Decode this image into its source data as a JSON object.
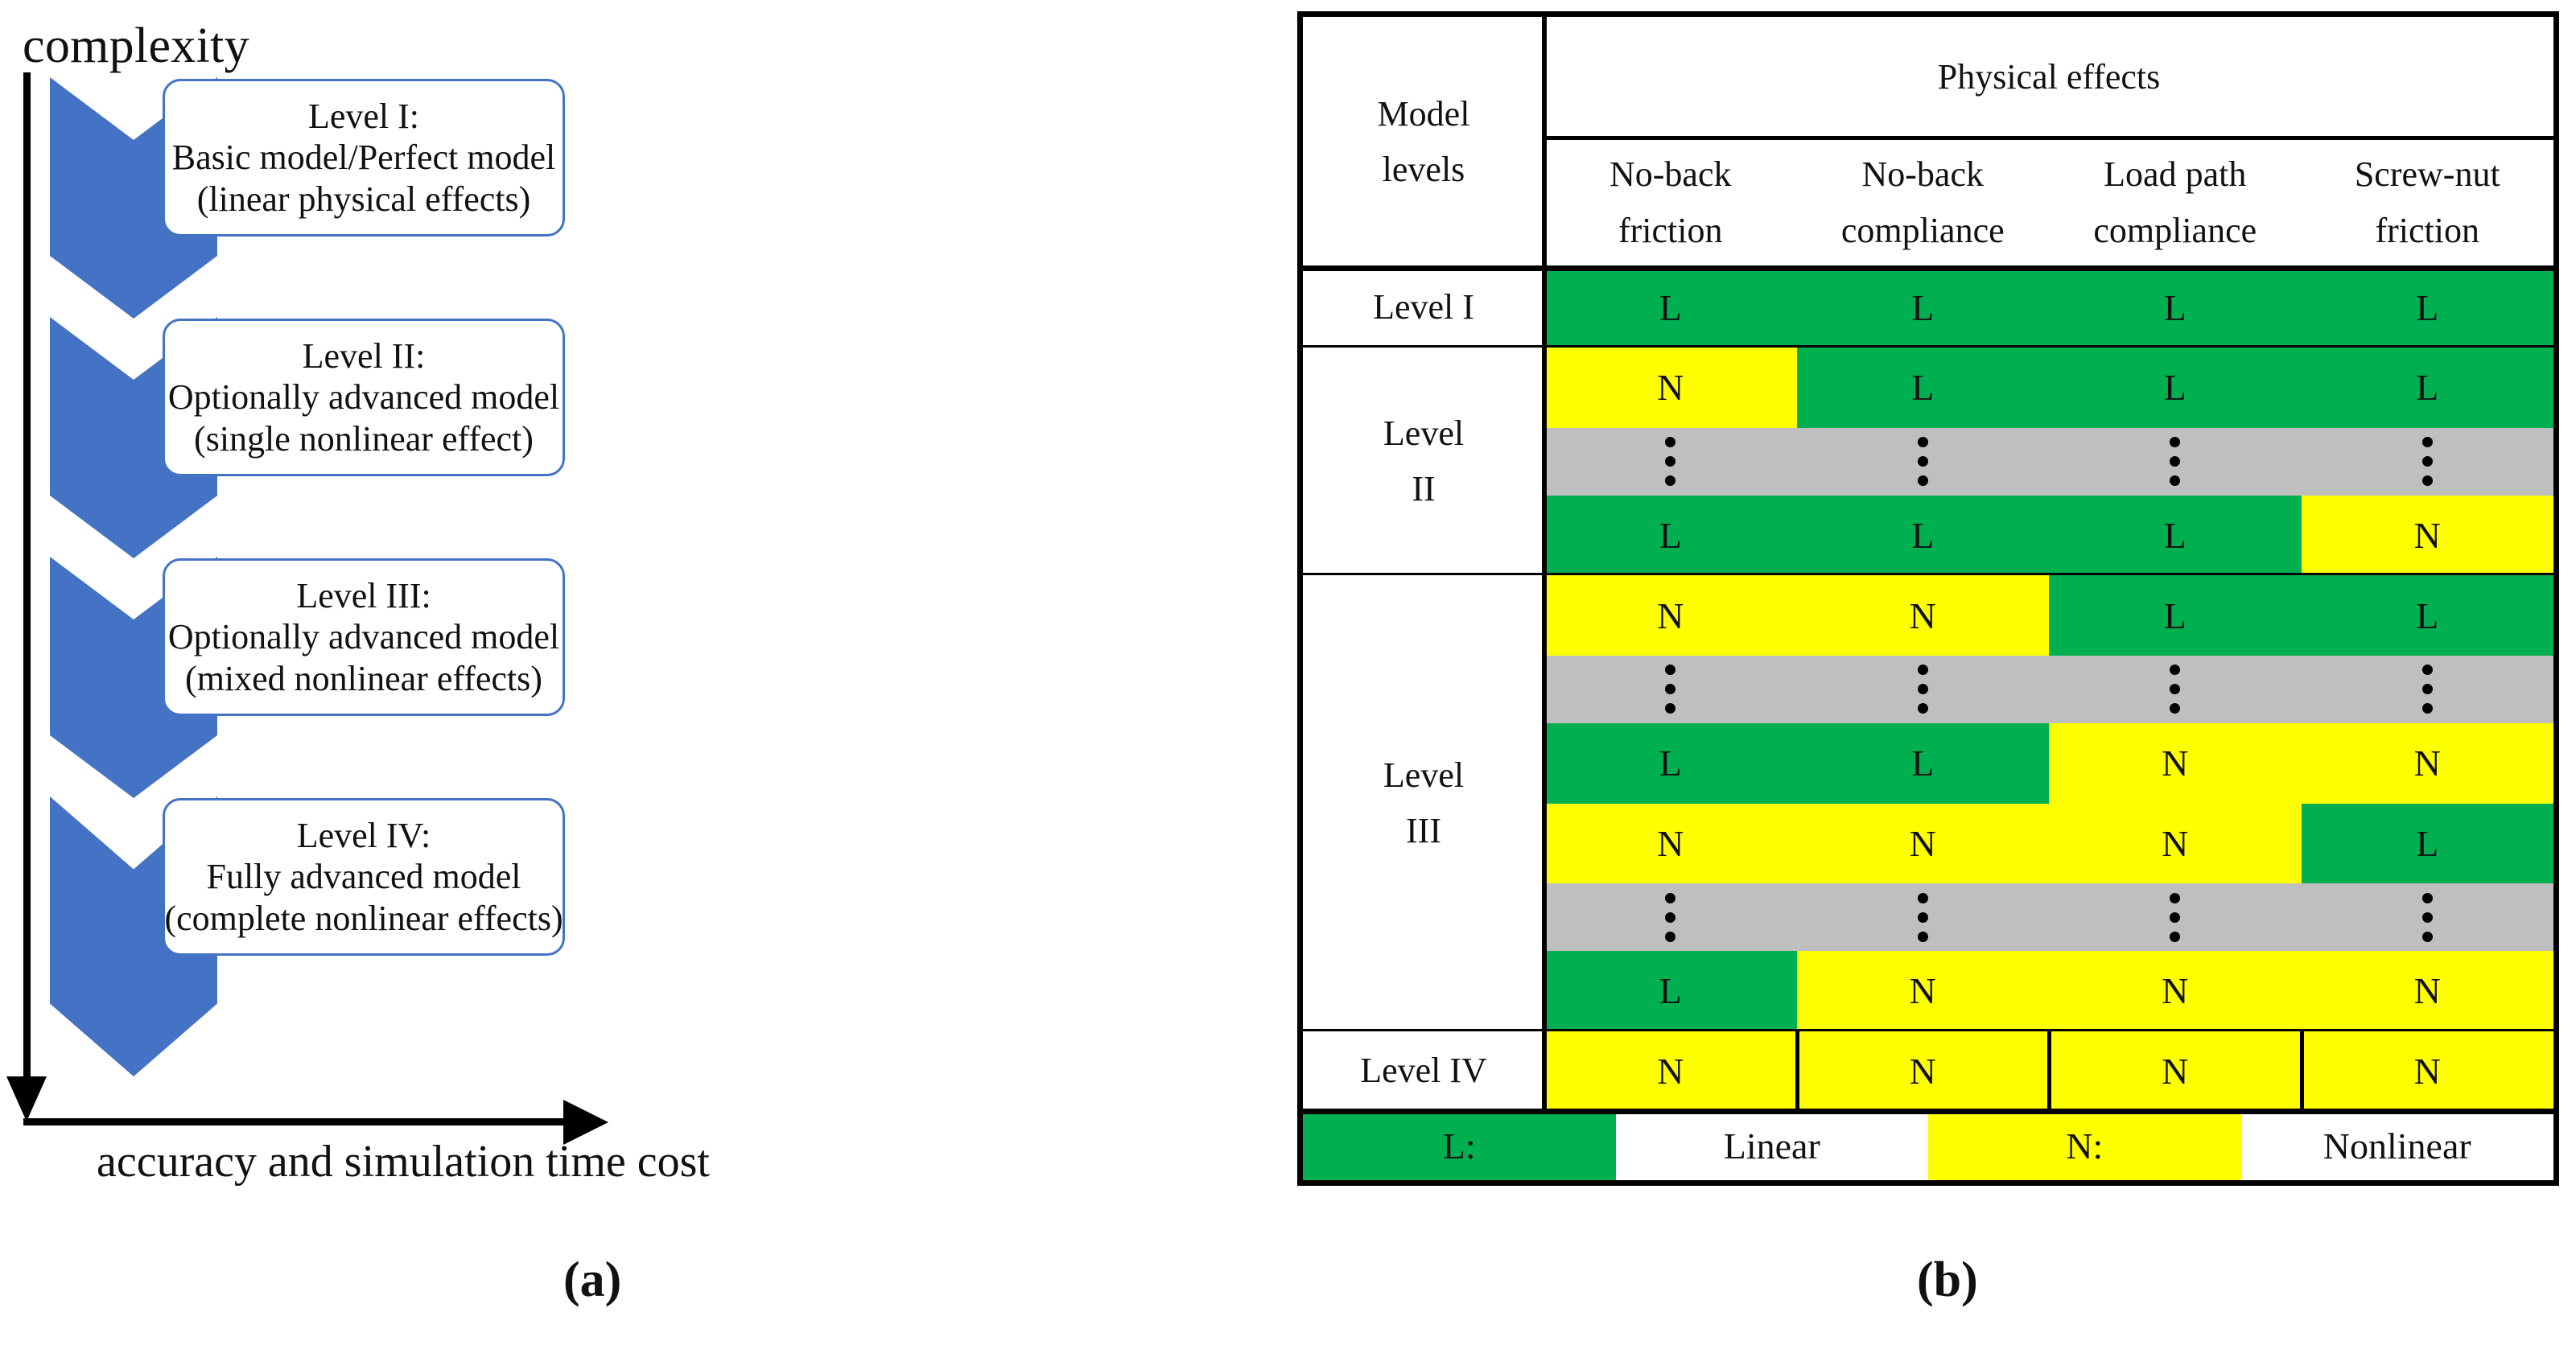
{
  "figure": {
    "caption_a": "(a)",
    "caption_b": "(b)"
  },
  "panel_a": {
    "y_axis_label": "complexity",
    "x_axis_label": "accuracy and simulation time cost",
    "chevron_color": "#4472C4",
    "card_border_color": "#4472C4",
    "levels": [
      {
        "title": "Level I:",
        "name": "Basic model/Perfect model",
        "note": "(linear physical effects)"
      },
      {
        "title": "Level II:",
        "name": "Optionally advanced model",
        "note": "(single nonlinear effect)"
      },
      {
        "title": "Level III:",
        "name": "Optionally advanced model",
        "note": "(mixed nonlinear effects)"
      },
      {
        "title": "Level IV:",
        "name": "Fully advanced model",
        "note": "(complete nonlinear effects)"
      }
    ]
  },
  "panel_b": {
    "row_header_title": "Model levels",
    "row_header_line1": "Model",
    "row_header_line2": "levels",
    "group_header": "Physical effects",
    "columns": [
      {
        "line1": "No-back",
        "line2": "friction"
      },
      {
        "line1": "No-back",
        "line2": "compliance"
      },
      {
        "line1": "Load path",
        "line2": "compliance"
      },
      {
        "line1": "Screw-nut",
        "line2": "friction"
      }
    ],
    "colors": {
      "linear": "#00AF50",
      "nonlinear": "#FFFF00",
      "ellipsis": "#BFBFBF",
      "grid": "#000000"
    },
    "legend": [
      {
        "label": "L:",
        "bg": "#00AF50"
      },
      {
        "label": "Linear",
        "bg": "#FFFFFF"
      },
      {
        "label": "N:",
        "bg": "#FFFF00"
      },
      {
        "label": "Nonlinear",
        "bg": "#FFFFFF"
      }
    ],
    "levels": [
      {
        "label": "Level I",
        "label_line1": "Level I",
        "label_line2": "",
        "rows": [
          {
            "kind": "values",
            "marks": [
              "L",
              "L",
              "L",
              "L"
            ],
            "splits": [
              {
                "w": 100,
                "bg": "#00AF50"
              }
            ]
          }
        ]
      },
      {
        "label": "Level II",
        "label_line1": "Level",
        "label_line2": "II",
        "rows": [
          {
            "kind": "values",
            "marks": [
              "N",
              "L",
              "L",
              "L"
            ],
            "splits": [
              {
                "w": 25,
                "bg": "#FFFF00"
              },
              {
                "w": 75,
                "bg": "#00AF50"
              }
            ]
          },
          {
            "kind": "ellipsis",
            "marks": [
              "",
              "",
              "",
              ""
            ],
            "splits": [
              {
                "w": 100,
                "bg": "#BFBFBF"
              }
            ]
          },
          {
            "kind": "values",
            "marks": [
              "L",
              "L",
              "L",
              "N"
            ],
            "splits": [
              {
                "w": 75,
                "bg": "#00AF50"
              },
              {
                "w": 25,
                "bg": "#FFFF00"
              }
            ]
          }
        ]
      },
      {
        "label": "Level III",
        "label_line1": "Level",
        "label_line2": "III",
        "rows": [
          {
            "kind": "values",
            "marks": [
              "N",
              "N",
              "L",
              "L"
            ],
            "splits": [
              {
                "w": 50,
                "bg": "#FFFF00"
              },
              {
                "w": 50,
                "bg": "#00AF50"
              }
            ]
          },
          {
            "kind": "ellipsis",
            "marks": [
              "",
              "",
              "",
              ""
            ],
            "splits": [
              {
                "w": 100,
                "bg": "#BFBFBF"
              }
            ]
          },
          {
            "kind": "values",
            "marks": [
              "L",
              "L",
              "N",
              "N"
            ],
            "splits": [
              {
                "w": 50,
                "bg": "#00AF50"
              },
              {
                "w": 50,
                "bg": "#FFFF00"
              }
            ]
          },
          {
            "kind": "values",
            "marks": [
              "N",
              "N",
              "N",
              "L"
            ],
            "splits": [
              {
                "w": 75,
                "bg": "#FFFF00"
              },
              {
                "w": 25,
                "bg": "#00AF50"
              }
            ]
          },
          {
            "kind": "ellipsis",
            "marks": [
              "",
              "",
              "",
              ""
            ],
            "splits": [
              {
                "w": 100,
                "bg": "#BFBFBF"
              }
            ]
          },
          {
            "kind": "values",
            "marks": [
              "L",
              "N",
              "N",
              "N"
            ],
            "splits": [
              {
                "w": 25,
                "bg": "#00AF50"
              },
              {
                "w": 75,
                "bg": "#FFFF00"
              }
            ]
          }
        ]
      },
      {
        "label": "Level IV",
        "label_line1": "Level IV",
        "label_line2": "",
        "rows": [
          {
            "kind": "values-split-cells",
            "marks": [
              "N",
              "N",
              "N",
              "N"
            ],
            "splits": [
              {
                "w": 100,
                "bg": "#FFFF00"
              }
            ]
          }
        ]
      }
    ]
  }
}
